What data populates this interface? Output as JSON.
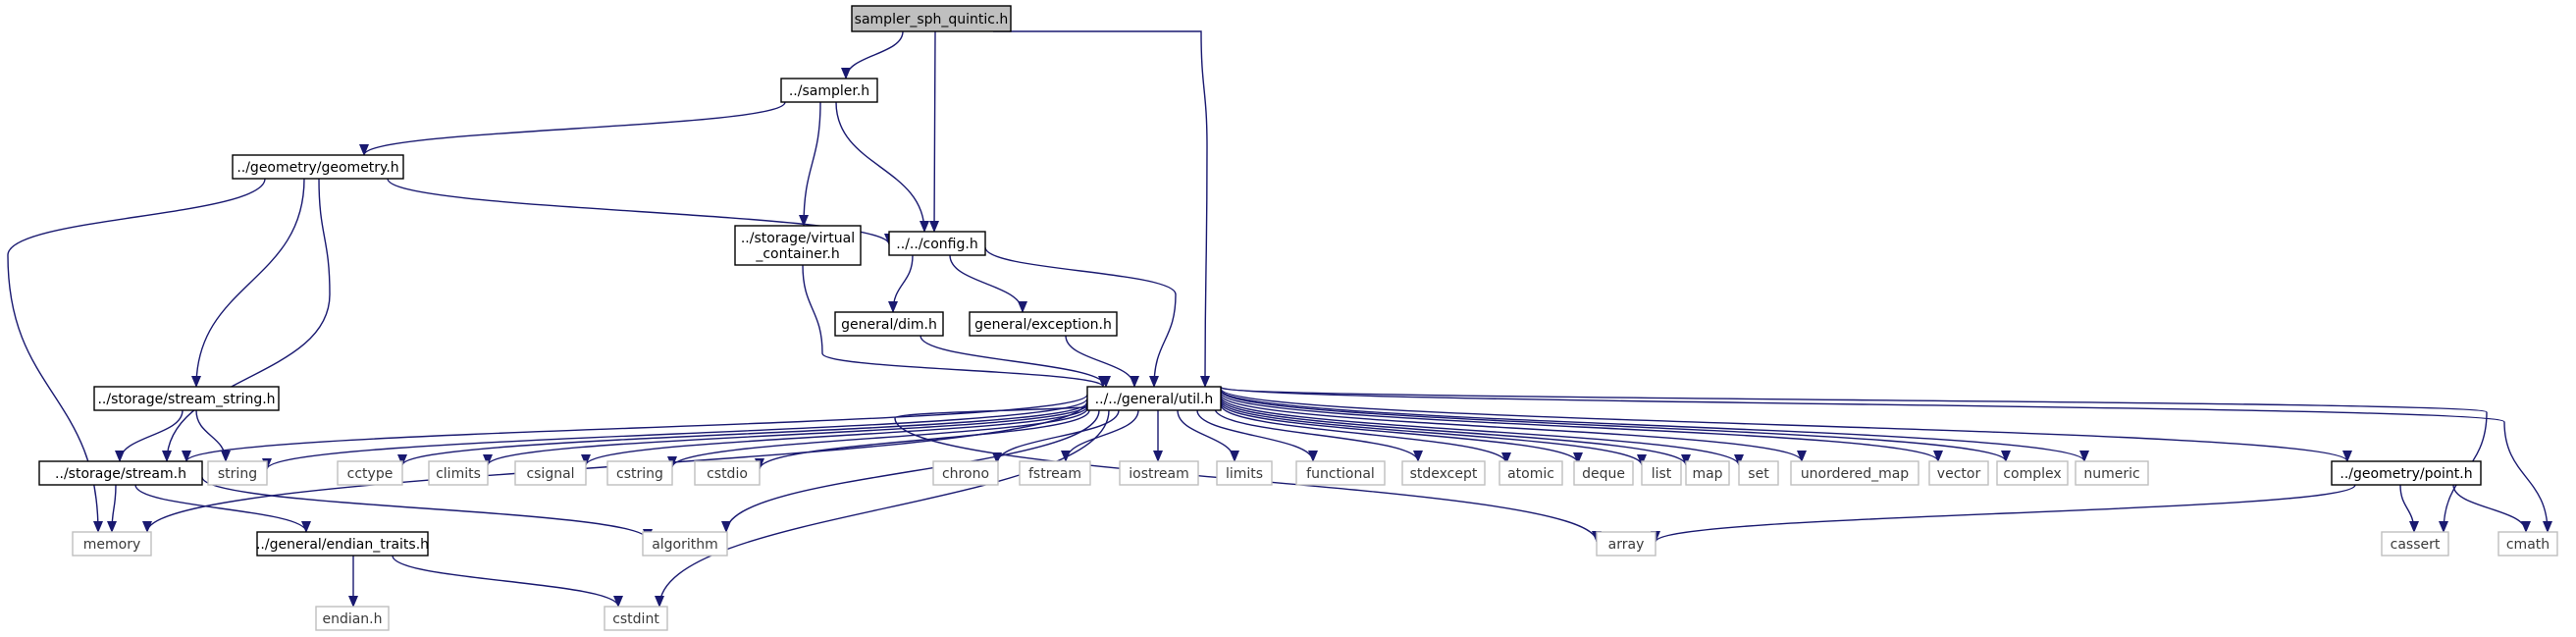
{
  "colors": {
    "edge": "#191970",
    "box_border": "#000000",
    "ext_border": "#bfbfbf",
    "root_fill": "#bfbfbf",
    "fill": "#ffffff"
  },
  "nodes": [
    {
      "id": "n_root",
      "kind": "root",
      "lines": [
        "sampler_sph_quintic.h"
      ]
    },
    {
      "id": "n_sampler",
      "kind": "file",
      "lines": [
        "../sampler.h"
      ]
    },
    {
      "id": "n_geometry",
      "kind": "file",
      "lines": [
        "../geometry/geometry.h"
      ]
    },
    {
      "id": "n_virtual",
      "kind": "file",
      "lines": [
        "../storage/virtual",
        "_container.h"
      ]
    },
    {
      "id": "n_config",
      "kind": "file",
      "lines": [
        "../../config.h"
      ]
    },
    {
      "id": "n_dim",
      "kind": "file",
      "lines": [
        "general/dim.h"
      ]
    },
    {
      "id": "n_exception",
      "kind": "file",
      "lines": [
        "general/exception.h"
      ]
    },
    {
      "id": "n_stream_string",
      "kind": "file",
      "lines": [
        "../storage/stream_string.h"
      ]
    },
    {
      "id": "n_util",
      "kind": "file",
      "lines": [
        "../../general/util.h"
      ]
    },
    {
      "id": "n_stream",
      "kind": "file",
      "lines": [
        "../storage/stream.h"
      ]
    },
    {
      "id": "n_string",
      "kind": "ext",
      "lines": [
        "string"
      ]
    },
    {
      "id": "n_cctype",
      "kind": "ext",
      "lines": [
        "cctype"
      ]
    },
    {
      "id": "n_climits",
      "kind": "ext",
      "lines": [
        "climits"
      ]
    },
    {
      "id": "n_csignal",
      "kind": "ext",
      "lines": [
        "csignal"
      ]
    },
    {
      "id": "n_cstring",
      "kind": "ext",
      "lines": [
        "cstring"
      ]
    },
    {
      "id": "n_cstdio",
      "kind": "ext",
      "lines": [
        "cstdio"
      ]
    },
    {
      "id": "n_chrono",
      "kind": "ext",
      "lines": [
        "chrono"
      ]
    },
    {
      "id": "n_fstream",
      "kind": "ext",
      "lines": [
        "fstream"
      ]
    },
    {
      "id": "n_iostream",
      "kind": "ext",
      "lines": [
        "iostream"
      ]
    },
    {
      "id": "n_limits",
      "kind": "ext",
      "lines": [
        "limits"
      ]
    },
    {
      "id": "n_functional",
      "kind": "ext",
      "lines": [
        "functional"
      ]
    },
    {
      "id": "n_stdexcept",
      "kind": "ext",
      "lines": [
        "stdexcept"
      ]
    },
    {
      "id": "n_atomic",
      "kind": "ext",
      "lines": [
        "atomic"
      ]
    },
    {
      "id": "n_deque",
      "kind": "ext",
      "lines": [
        "deque"
      ]
    },
    {
      "id": "n_list",
      "kind": "ext",
      "lines": [
        "list"
      ]
    },
    {
      "id": "n_map",
      "kind": "ext",
      "lines": [
        "map"
      ]
    },
    {
      "id": "n_set",
      "kind": "ext",
      "lines": [
        "set"
      ]
    },
    {
      "id": "n_unordered_map",
      "kind": "ext",
      "lines": [
        "unordered_map"
      ]
    },
    {
      "id": "n_vector",
      "kind": "ext",
      "lines": [
        "vector"
      ]
    },
    {
      "id": "n_complex",
      "kind": "ext",
      "lines": [
        "complex"
      ]
    },
    {
      "id": "n_numeric",
      "kind": "ext",
      "lines": [
        "numeric"
      ]
    },
    {
      "id": "n_point",
      "kind": "file",
      "lines": [
        "../geometry/point.h"
      ]
    },
    {
      "id": "n_memory",
      "kind": "ext",
      "lines": [
        "memory"
      ]
    },
    {
      "id": "n_endian_traits",
      "kind": "file",
      "lines": [
        "../general/endian_traits.h"
      ]
    },
    {
      "id": "n_algorithm",
      "kind": "ext",
      "lines": [
        "algorithm"
      ]
    },
    {
      "id": "n_array",
      "kind": "ext",
      "lines": [
        "array"
      ]
    },
    {
      "id": "n_cassert",
      "kind": "ext",
      "lines": [
        "cassert"
      ]
    },
    {
      "id": "n_cmath",
      "kind": "ext",
      "lines": [
        "cmath"
      ]
    },
    {
      "id": "n_endian",
      "kind": "ext",
      "lines": [
        "endian.h"
      ]
    },
    {
      "id": "n_cstdint",
      "kind": "ext",
      "lines": [
        "cstdint"
      ]
    }
  ],
  "edges": [
    [
      "n_root",
      "n_sampler"
    ],
    [
      "n_root",
      "n_config"
    ],
    [
      "n_root",
      "n_util"
    ],
    [
      "n_sampler",
      "n_geometry"
    ],
    [
      "n_sampler",
      "n_virtual"
    ],
    [
      "n_sampler",
      "n_config"
    ],
    [
      "n_geometry",
      "n_config"
    ],
    [
      "n_geometry",
      "n_memory"
    ],
    [
      "n_geometry",
      "n_stream_string"
    ],
    [
      "n_geometry",
      "n_stream"
    ],
    [
      "n_virtual",
      "n_util"
    ],
    [
      "n_config",
      "n_dim"
    ],
    [
      "n_config",
      "n_exception"
    ],
    [
      "n_config",
      "n_util"
    ],
    [
      "n_dim",
      "n_util"
    ],
    [
      "n_exception",
      "n_util"
    ],
    [
      "n_stream_string",
      "n_stream"
    ],
    [
      "n_stream_string",
      "n_string"
    ],
    [
      "n_util",
      "n_stream"
    ],
    [
      "n_util",
      "n_memory"
    ],
    [
      "n_util",
      "n_string"
    ],
    [
      "n_util",
      "n_cctype"
    ],
    [
      "n_util",
      "n_climits"
    ],
    [
      "n_util",
      "n_csignal"
    ],
    [
      "n_util",
      "n_cstring"
    ],
    [
      "n_util",
      "n_cstdio"
    ],
    [
      "n_util",
      "n_algorithm"
    ],
    [
      "n_util",
      "n_cstdint"
    ],
    [
      "n_util",
      "n_array"
    ],
    [
      "n_util",
      "n_chrono"
    ],
    [
      "n_util",
      "n_fstream"
    ],
    [
      "n_util",
      "n_iostream"
    ],
    [
      "n_util",
      "n_limits"
    ],
    [
      "n_util",
      "n_functional"
    ],
    [
      "n_util",
      "n_stdexcept"
    ],
    [
      "n_util",
      "n_atomic"
    ],
    [
      "n_util",
      "n_deque"
    ],
    [
      "n_util",
      "n_list"
    ],
    [
      "n_util",
      "n_map"
    ],
    [
      "n_util",
      "n_set"
    ],
    [
      "n_util",
      "n_unordered_map"
    ],
    [
      "n_util",
      "n_vector"
    ],
    [
      "n_util",
      "n_complex"
    ],
    [
      "n_util",
      "n_numeric"
    ],
    [
      "n_util",
      "n_point"
    ],
    [
      "n_util",
      "n_cassert"
    ],
    [
      "n_util",
      "n_cmath"
    ],
    [
      "n_stream",
      "n_memory"
    ],
    [
      "n_stream",
      "n_endian_traits"
    ],
    [
      "n_stream",
      "n_algorithm"
    ],
    [
      "n_endian_traits",
      "n_endian"
    ],
    [
      "n_endian_traits",
      "n_cstdint"
    ],
    [
      "n_point",
      "n_array"
    ],
    [
      "n_point",
      "n_cassert"
    ],
    [
      "n_point",
      "n_cmath"
    ]
  ]
}
